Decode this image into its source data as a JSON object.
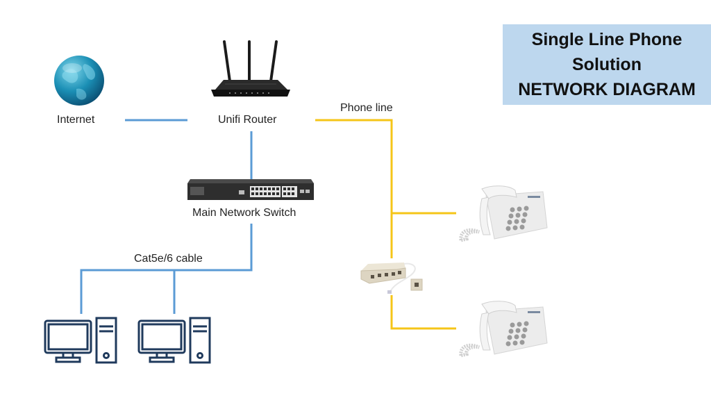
{
  "title": {
    "lines": [
      "Single Line Phone",
      "Solution",
      "NETWORK DIAGRAM"
    ]
  },
  "nodes": {
    "internet": {
      "label": "Internet",
      "icon": "globe-icon"
    },
    "router": {
      "label": "Unifi Router",
      "icon": "router-icon"
    },
    "switch": {
      "label": "Main Network Switch",
      "icon": "network-switch-icon"
    },
    "computers": [
      {
        "icon": "desktop-computer-icon"
      },
      {
        "icon": "desktop-computer-icon"
      }
    ],
    "splitter": {
      "icon": "phone-splitter-icon"
    },
    "phones": [
      {
        "icon": "desk-phone-icon"
      },
      {
        "icon": "desk-phone-icon"
      }
    ]
  },
  "connections": {
    "phone_line_label": "Phone line",
    "cable_label": "Cat5e/6 cable"
  },
  "colors": {
    "network_line": "#5b9bd5",
    "phone_line": "#f5c518",
    "title_bg": "#bdd7ee",
    "icon_outline": "#1f3a5c"
  }
}
